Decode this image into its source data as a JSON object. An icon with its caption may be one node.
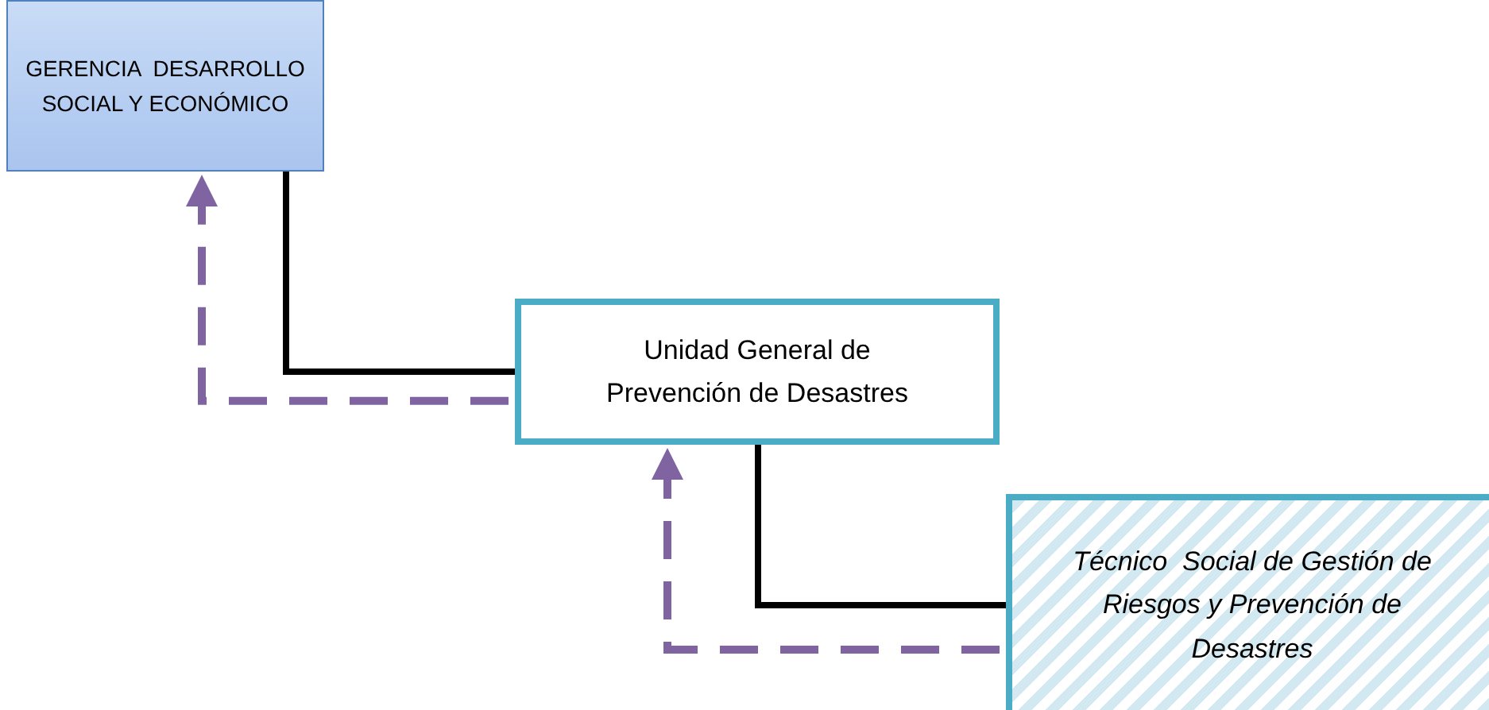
{
  "diagram": {
    "nodes": [
      {
        "text": [
          "GERENCIA  DESARROLLO SOCIAL Y ECONÓMICO"
        ]
      },
      {
        "text": [
          "Unidad General de Prevención de Desastres"
        ]
      },
      {
        "text": [
          "Técnico  Social de Gestión de Riesgos y Prevención de Desastres"
        ]
      }
    ],
    "edges": [
      {
        "from": 0,
        "to": 1,
        "arrow": "none",
        "color": "#000000"
      },
      {
        "from": 1,
        "to": 2,
        "arrow": "none",
        "color": "#000000"
      },
      {
        "from": 1,
        "to": 0,
        "arrow": "to",
        "style": "dashed",
        "color": "#8064a2"
      },
      {
        "from": 2,
        "to": 1,
        "arrow": "to",
        "style": "dashed",
        "color": "#8064a2"
      }
    ]
  }
}
